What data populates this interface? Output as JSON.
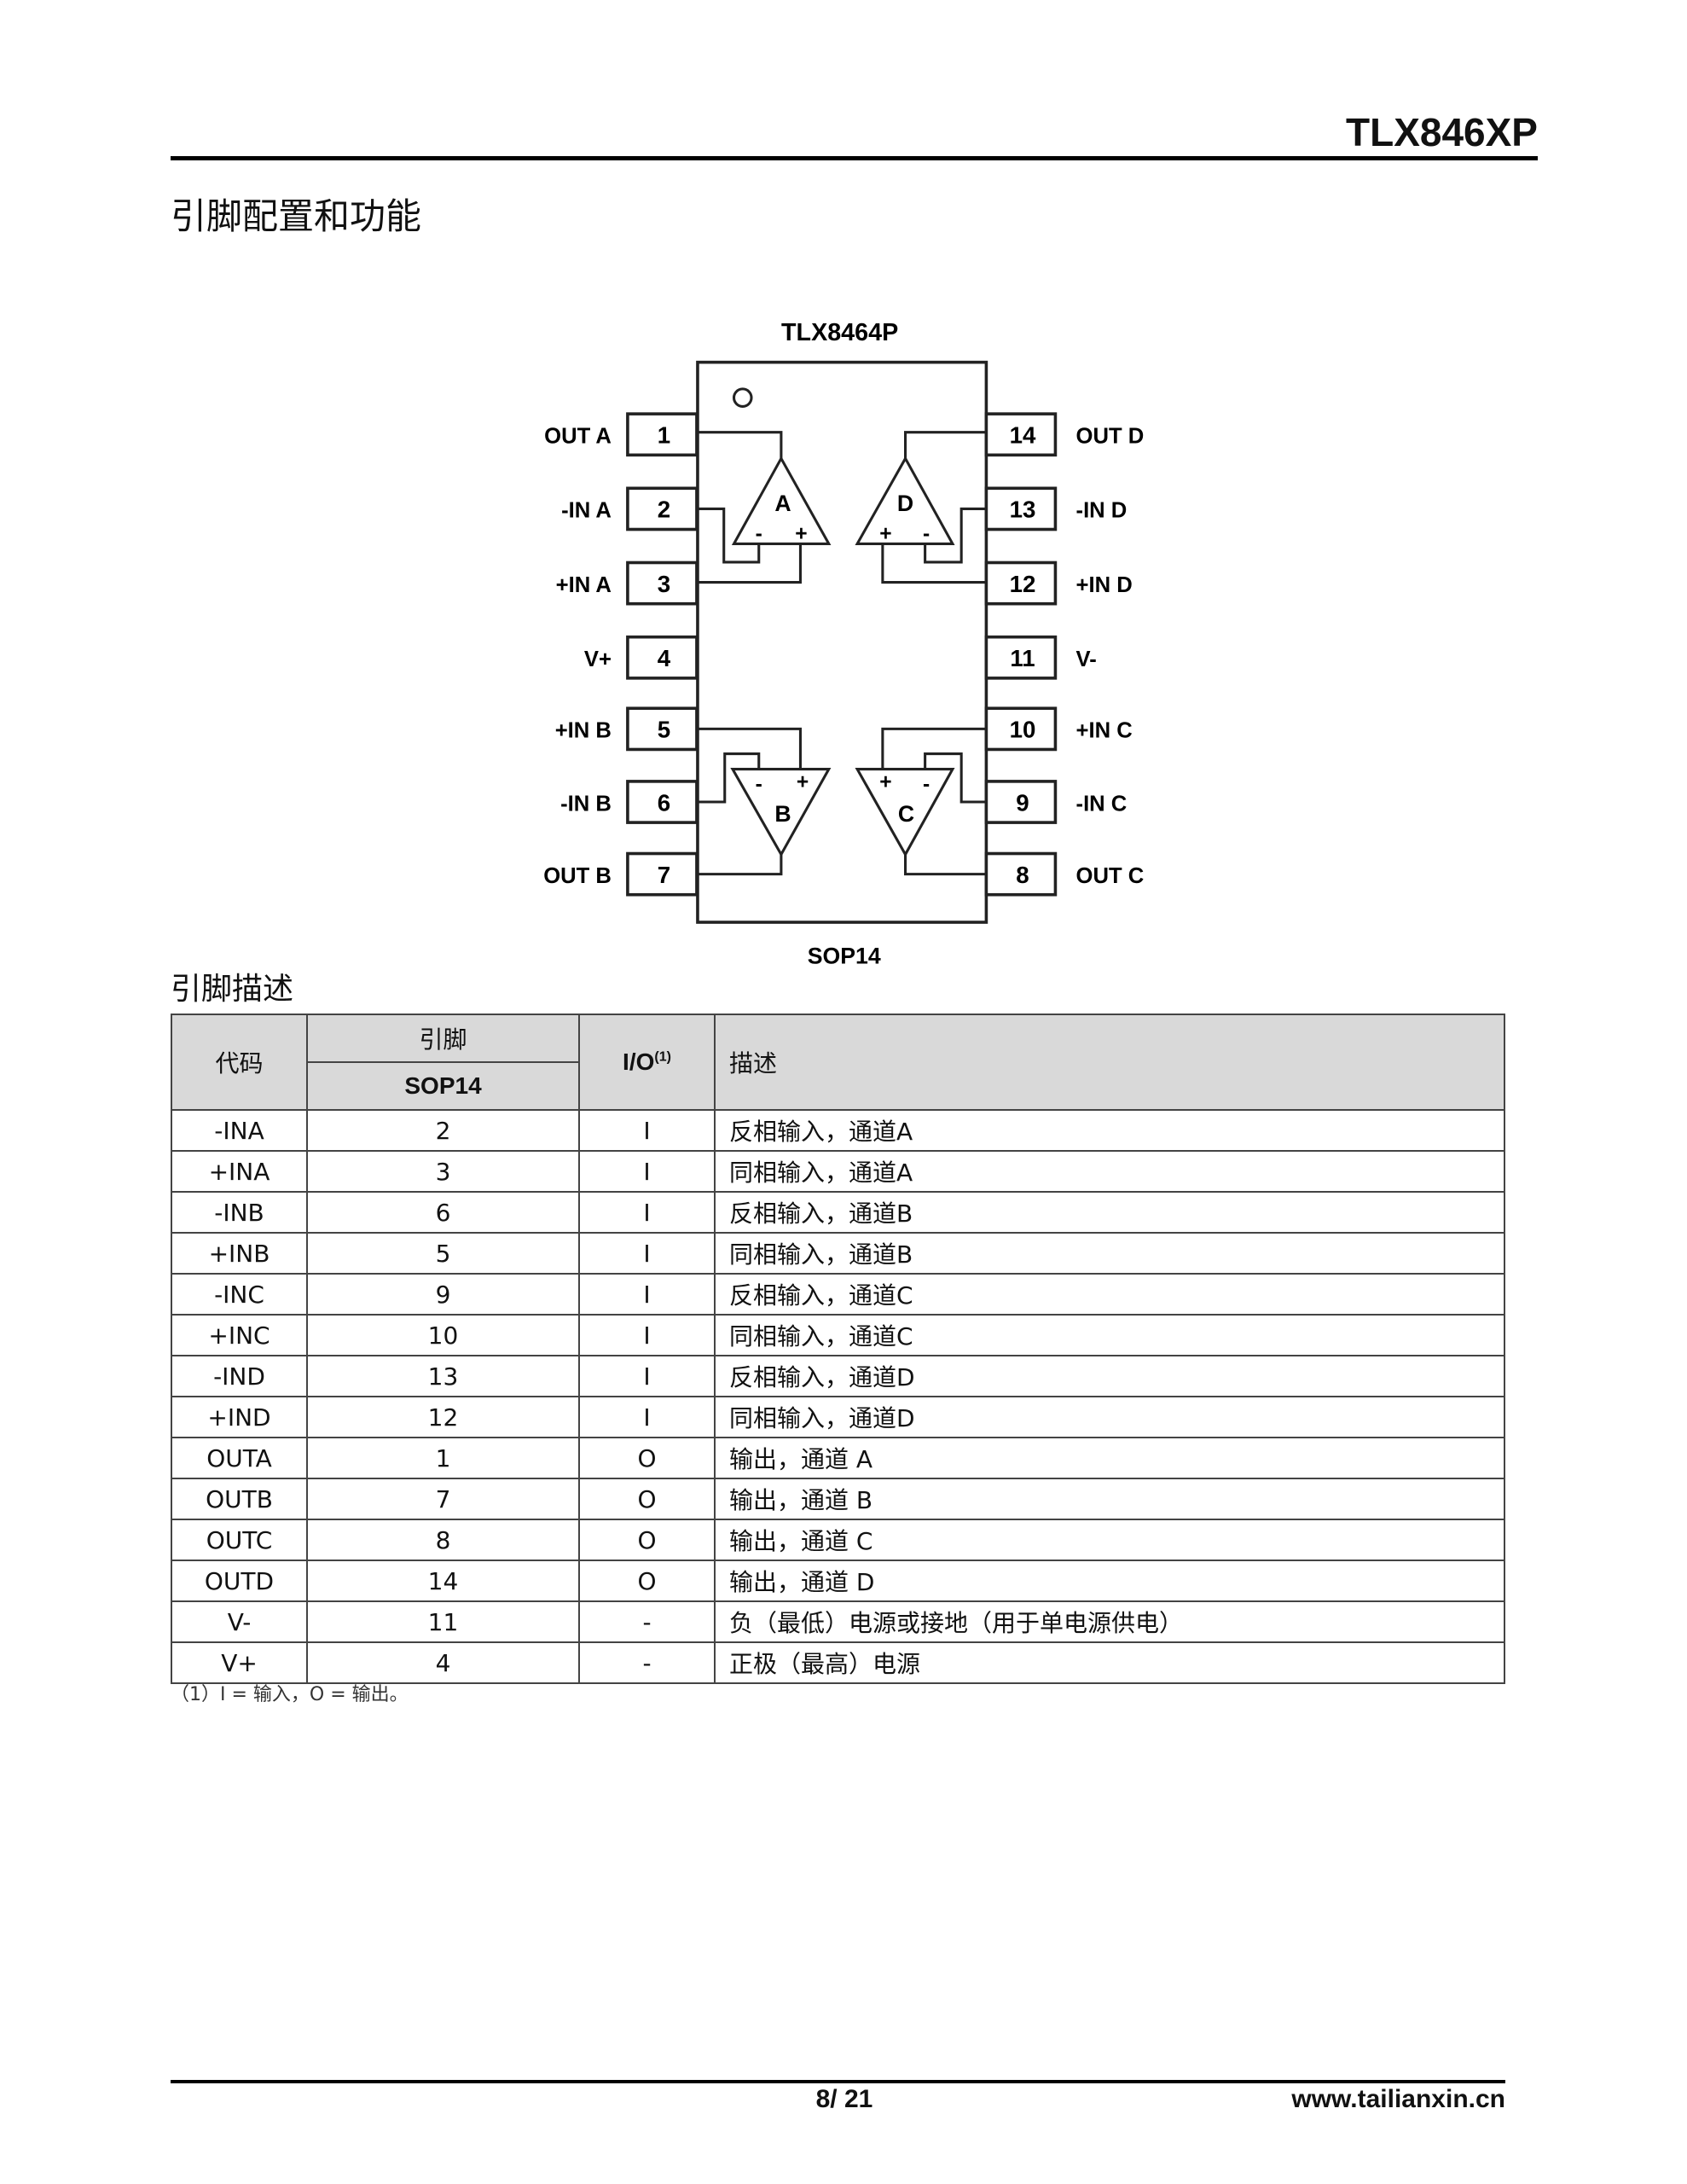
{
  "header": {
    "doc_title": "TLX846XP"
  },
  "section1": {
    "title": "引脚配置和功能"
  },
  "diagram": {
    "part": "TLX8464P",
    "package": "SOP14",
    "amps": [
      "A",
      "B",
      "C",
      "D"
    ],
    "left_pins": [
      {
        "num": "1",
        "label": "OUT A"
      },
      {
        "num": "2",
        "label": "-IN A"
      },
      {
        "num": "3",
        "label": "+IN A"
      },
      {
        "num": "4",
        "label": "V+"
      },
      {
        "num": "5",
        "label": "+IN B"
      },
      {
        "num": "6",
        "label": "-IN B"
      },
      {
        "num": "7",
        "label": "OUT B"
      }
    ],
    "right_pins": [
      {
        "num": "14",
        "label": "OUT D"
      },
      {
        "num": "13",
        "label": "-IN D"
      },
      {
        "num": "12",
        "label": "+IN D"
      },
      {
        "num": "11",
        "label": "V-"
      },
      {
        "num": "10",
        "label": "+IN C"
      },
      {
        "num": "9",
        "label": "-IN C"
      },
      {
        "num": "8",
        "label": "OUT C"
      }
    ]
  },
  "section2": {
    "title": "引脚描述"
  },
  "table": {
    "headers": {
      "code": "代码",
      "pin": "引脚",
      "sop": "SOP14",
      "io": "I/O",
      "io_note": "(1)",
      "desc": "描述"
    },
    "rows": [
      [
        "-INA",
        "2",
        "I",
        "反相输入，通道A"
      ],
      [
        "+INA",
        "3",
        "I",
        "同相输入，通道A"
      ],
      [
        "-INB",
        "6",
        "I",
        "反相输入，通道B"
      ],
      [
        "+INB",
        "5",
        "I",
        "同相输入，通道B"
      ],
      [
        "-INC",
        "9",
        "I",
        "反相输入，通道C"
      ],
      [
        "+INC",
        "10",
        "I",
        "同相输入，通道C"
      ],
      [
        "-IND",
        "13",
        "I",
        "反相输入，通道D"
      ],
      [
        "+IND",
        "12",
        "I",
        "同相输入，通道D"
      ],
      [
        "OUTA",
        "1",
        "O",
        "输出，通道 A"
      ],
      [
        "OUTB",
        "7",
        "O",
        "输出，通道 B"
      ],
      [
        "OUTC",
        "8",
        "O",
        "输出，通道 C"
      ],
      [
        "OUTD",
        "14",
        "O",
        "输出，通道 D"
      ],
      [
        "V-",
        "11",
        "-",
        "负（最低）电源或接地（用于单电源供电）"
      ],
      [
        "V+",
        "4",
        "-",
        "正极（最高）电源"
      ]
    ],
    "footnote": "（1）I = 输入，O = 输出。"
  },
  "footer": {
    "page": "8/ 21",
    "site": "www.tailianxin.cn"
  }
}
